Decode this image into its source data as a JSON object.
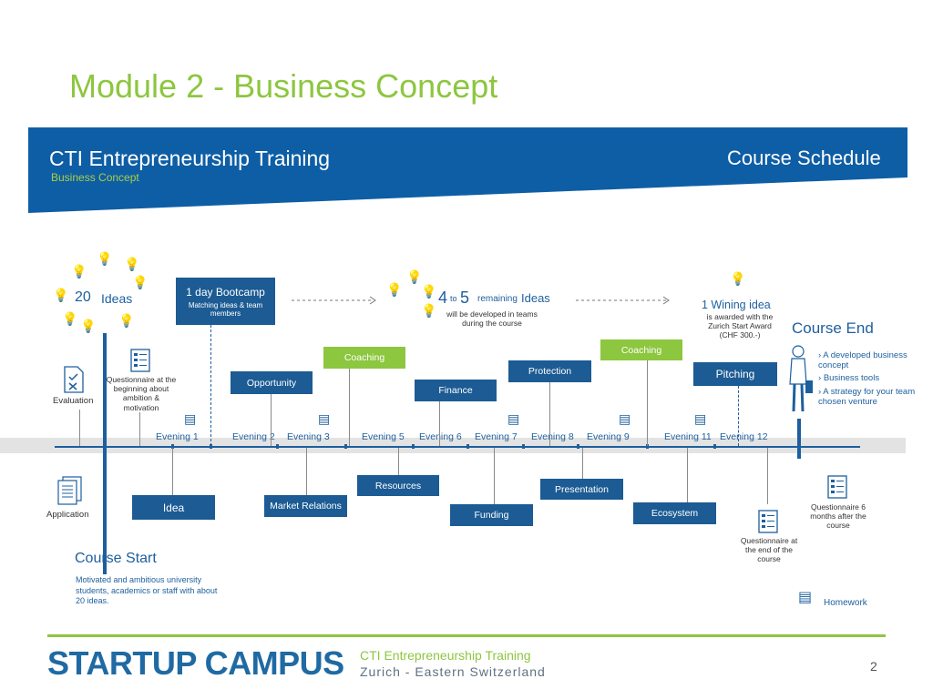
{
  "slide": {
    "title": "Module 2 - Business Concept",
    "page_number": "2"
  },
  "banner": {
    "title": "CTI  Entrepreneurship Training",
    "subtitle": "Business Concept",
    "right": "Course Schedule",
    "bg_color": "#0e5ea5"
  },
  "ideas": {
    "count": "20",
    "label": "Ideas"
  },
  "bootcamp": {
    "title": "1 day Bootcamp",
    "text": "Matching ideas & team members"
  },
  "remaining": {
    "n1": "4",
    "to": "to",
    "n2": "5",
    "word": "remaining",
    "ideas": "Ideas",
    "text": "will be developed in teams during the course"
  },
  "winner": {
    "title": "1 Wining idea",
    "text": "is awarded with the Zurich Start Award (CHF 300.-)"
  },
  "evenings": [
    "Evening 1",
    "Evening 2",
    "Evening 3",
    "Evening 5",
    "Evening 6",
    "Evening 7",
    "Evening 8",
    "Evening 9",
    "Evening 11",
    "Evening 12"
  ],
  "above_boxes": {
    "opportunity": "Opportunity",
    "coaching1": "Coaching",
    "finance": "Finance",
    "protection": "Protection",
    "coaching2": "Coaching",
    "pitching": "Pitching"
  },
  "below_boxes": {
    "idea": "Idea",
    "market": "Market Relations",
    "resources": "Resources",
    "funding": "Funding",
    "presentation": "Presentation",
    "ecosystem": "Ecosystem"
  },
  "labels": {
    "evaluation": "Evaluation",
    "questionnaire_begin": "Questionnaire at the beginning about ambition & motivation",
    "application": "Application",
    "questionnaire_end": "Questionnaire at the end of the course",
    "questionnaire_6m": "Questionnaire 6 months after the course",
    "homework": "Homework"
  },
  "course_start": {
    "title": "Course Start",
    "text": "Motivated and ambitious university students, academics or staff with about 20 ideas."
  },
  "course_end": {
    "title": "Course End",
    "items": [
      "A developed business concept",
      "Business tools",
      "A strategy for your team chosen venture"
    ]
  },
  "footer": {
    "logo": "STARTUP CAMPUS",
    "line1": "CTI Entrepreneurship Training",
    "line2": "Zurich - Eastern Switzerland"
  },
  "colors": {
    "primary": "#1c5b93",
    "green": "#8dc63f",
    "timeline_band": "#e3e3e3"
  }
}
